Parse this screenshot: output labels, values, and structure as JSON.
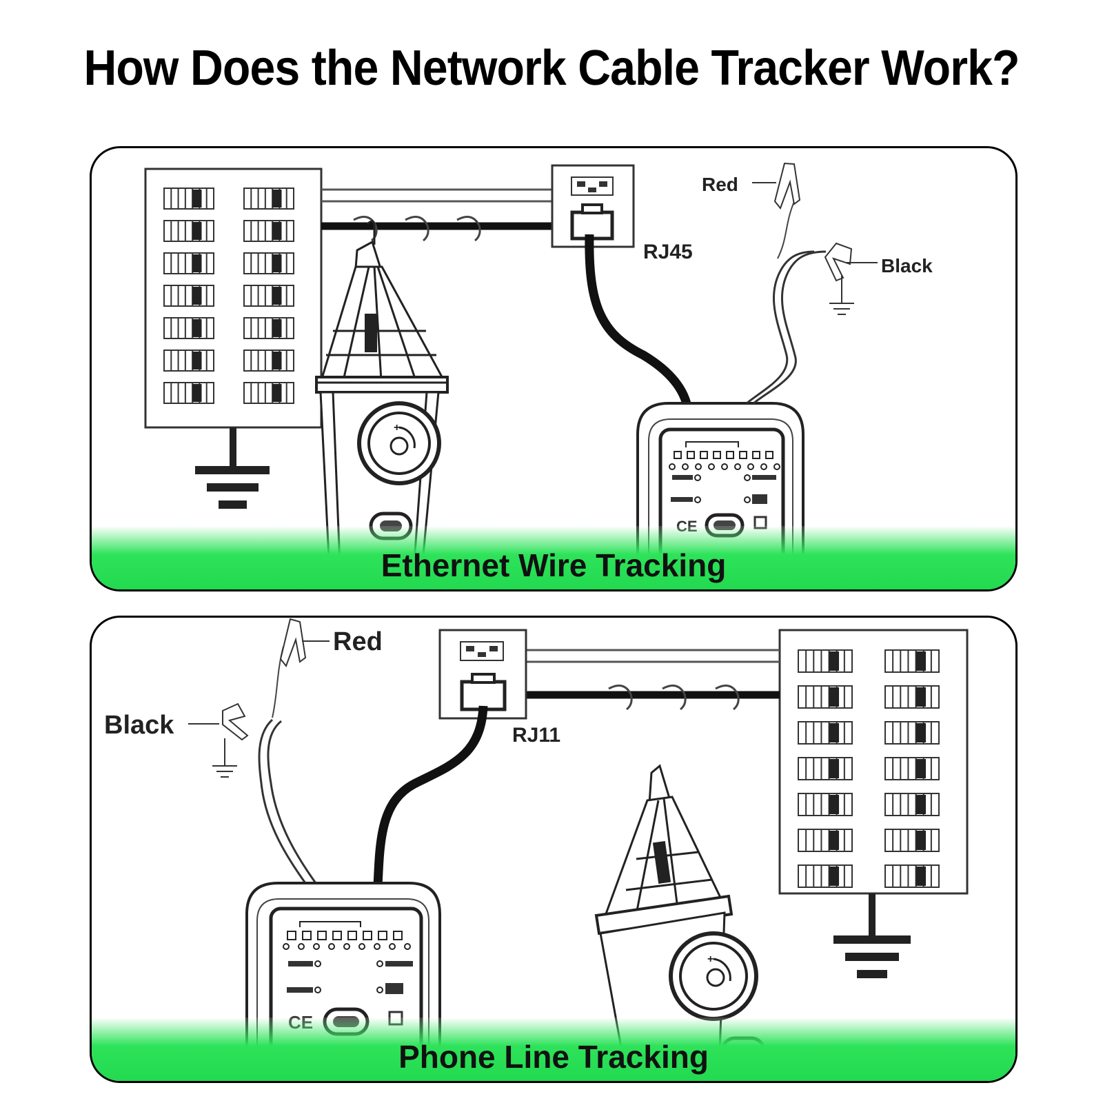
{
  "title": "How Does the Network Cable Tracker Work?",
  "panels": [
    {
      "caption": "Ethernet Wire Tracking",
      "connector_label": "RJ45",
      "clip_red_label": "Red",
      "clip_black_label": "Black"
    },
    {
      "caption": "Phone Line Tracking",
      "connector_label": "RJ11",
      "clip_red_label": "Red",
      "clip_black_label": "Black"
    }
  ],
  "colors": {
    "band_green": "#22d94f",
    "line": "#000000"
  },
  "icons": [
    "patch-panel-icon",
    "ground-symbol-icon",
    "wall-jack-icon",
    "probe-receiver-icon",
    "transmitter-icon",
    "alligator-clip-icon"
  ]
}
